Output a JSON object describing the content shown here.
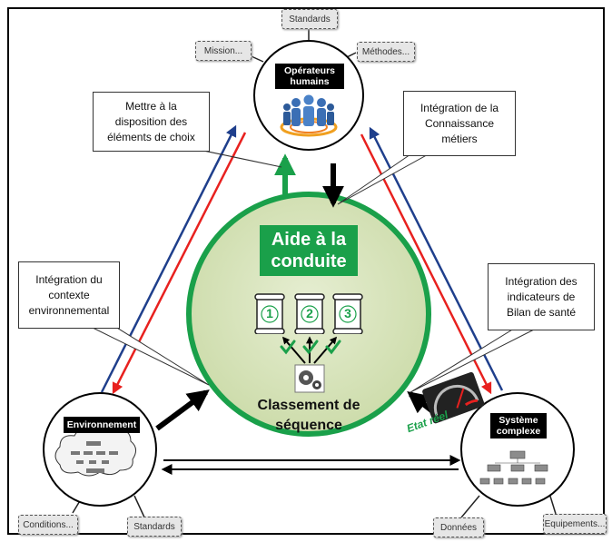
{
  "tags": {
    "standards_top": "Standards",
    "mission": "Mission...",
    "methodes": "Méthodes...",
    "conditions": "Conditions...",
    "standards_bottom": "Standards",
    "donnees": "Données",
    "equipements": "Equipements..."
  },
  "nodes": {
    "operateurs": [
      "Opérateurs",
      "humains"
    ],
    "environnement": "Environnement",
    "systeme": [
      "Système",
      "complexe"
    ]
  },
  "callouts": {
    "mettre": [
      "Mettre à la",
      "disposition des",
      "éléments de choix"
    ],
    "connaissance": [
      "Intégration de la",
      "Connaissance",
      "métiers"
    ],
    "contexte": [
      "Intégration du",
      "contexte",
      "environnemental"
    ],
    "indicateurs": [
      "Intégration des",
      "indicateurs de",
      "Bilan de santé"
    ]
  },
  "center": {
    "title": [
      "Aide à la",
      "conduite"
    ],
    "steps": [
      "1",
      "2",
      "3"
    ],
    "classement": [
      "Classement de",
      "séquence"
    ]
  },
  "etat_reel": "Etat réel",
  "colors": {
    "green": "#1aa04a",
    "center_fill": "#d8e4bc",
    "red": "#e8211f",
    "blue": "#1f3f8c",
    "tag_bg": "#e6e6e6"
  }
}
